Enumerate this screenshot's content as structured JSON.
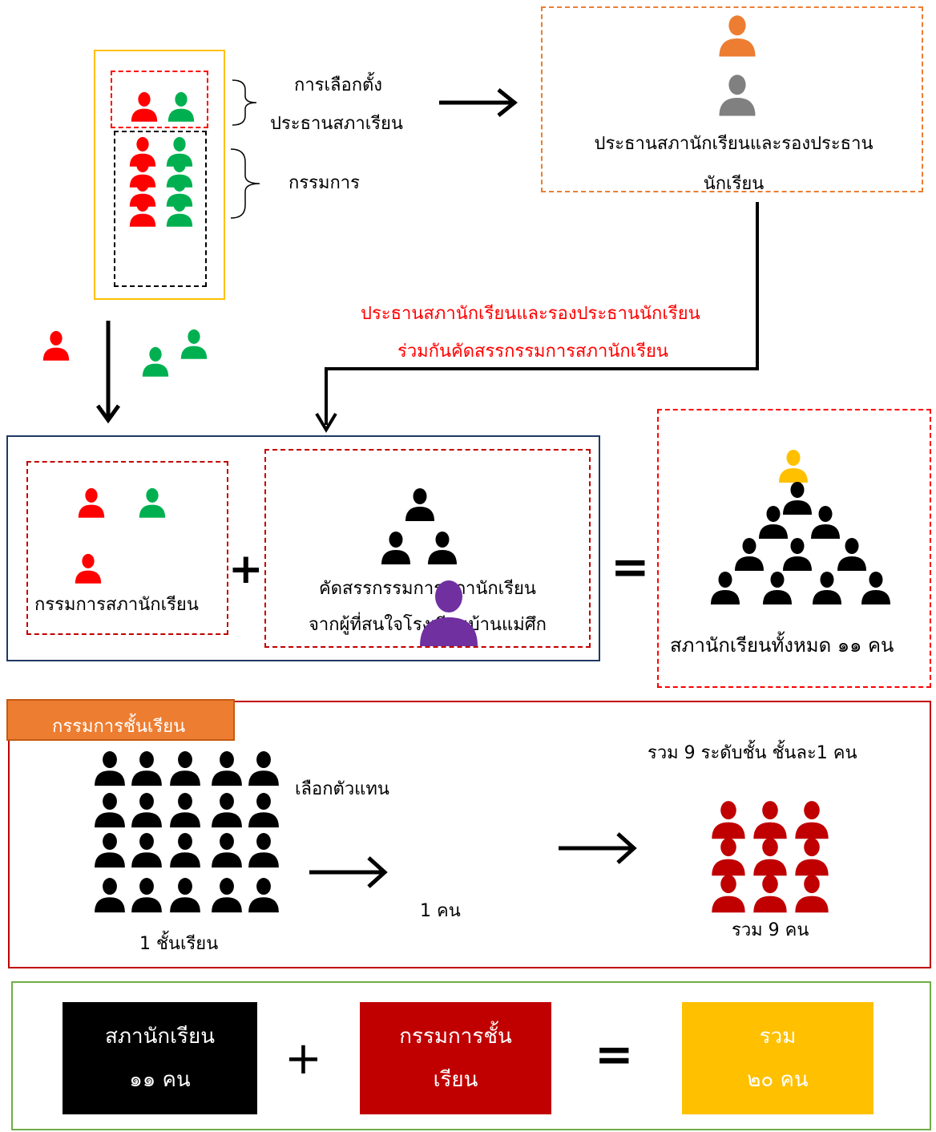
{
  "colors": {
    "red": "#ff0000",
    "green": "#00b050",
    "orange": "#ed7d31",
    "gray": "#808080",
    "gold": "#ffc000",
    "purple": "#7030a0",
    "darkred": "#c00000",
    "black": "#000000",
    "navy": "#1f3864",
    "olive": "#70ad47"
  },
  "election": {
    "label_line1": "การเลือกตั้ง",
    "label_line2": "ประธานสภาเรียน",
    "committee_label": "กรรมการ"
  },
  "president_box": {
    "line1": "ประธานสภานักเรียนและรองประธาน",
    "line2": "นักเรียน"
  },
  "red_note": {
    "line1": "ประธานสภานักเรียนและรองประธานนักเรียน",
    "line2": "ร่วมกันคัดสรรกรรมการสภานักเรียน"
  },
  "committee_box": {
    "label": "กรรมการสภานักเรียน"
  },
  "selected_box": {
    "line1": "คัดสรรกรรมการสภานักเรียน",
    "line2": "จากผู้ที่สนใจโรงเรียนบ้านแม่ศึก"
  },
  "operators": {
    "plus": "+",
    "equals": "="
  },
  "council_box": {
    "label": "สภานักเรียนทั้งหมด ๑๑ คน"
  },
  "class_section": {
    "tab_label": "กรรมการชั้นเรียน",
    "total_label": "รวม 9 ระดับชั้น ชั้นละ1 คน",
    "pick_label": "เลือกตัวแทน",
    "one_person": "1 คน",
    "one_class": "1 ชั้นเรียน",
    "total_people": "รวม 9 คน"
  },
  "summary": {
    "council_line1": "สภานักเรียน",
    "council_line2": "๑๑ คน",
    "class_line1": "กรรมการชั้น",
    "class_line2": "เรียน",
    "total_line1": "รวม",
    "total_line2": "๒๐ คน",
    "plus": "+",
    "equals": "="
  }
}
